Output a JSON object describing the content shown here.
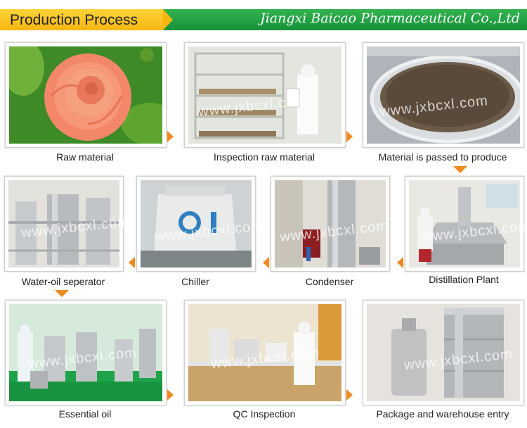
{
  "header": {
    "title": "Production Process",
    "company": "Jiangxi Baicao Pharmaceutical Co.,Ltd"
  },
  "watermark": "www.jxbcxl.com",
  "steps": [
    {
      "label": "Raw material"
    },
    {
      "label": "Inspection raw material"
    },
    {
      "label": "Material is passed to produce"
    },
    {
      "label": "Distillation Plant"
    },
    {
      "label": "Condenser"
    },
    {
      "label": "Chiller"
    },
    {
      "label": "Water-oil seperator"
    },
    {
      "label": "Essential oil"
    },
    {
      "label": "QC Inspection"
    },
    {
      "label": "Package and warehouse entry"
    }
  ],
  "colors": {
    "accent_orange": "#f08a1c",
    "header_green": "#1fa043",
    "title_yellow": "#ffd43a"
  }
}
